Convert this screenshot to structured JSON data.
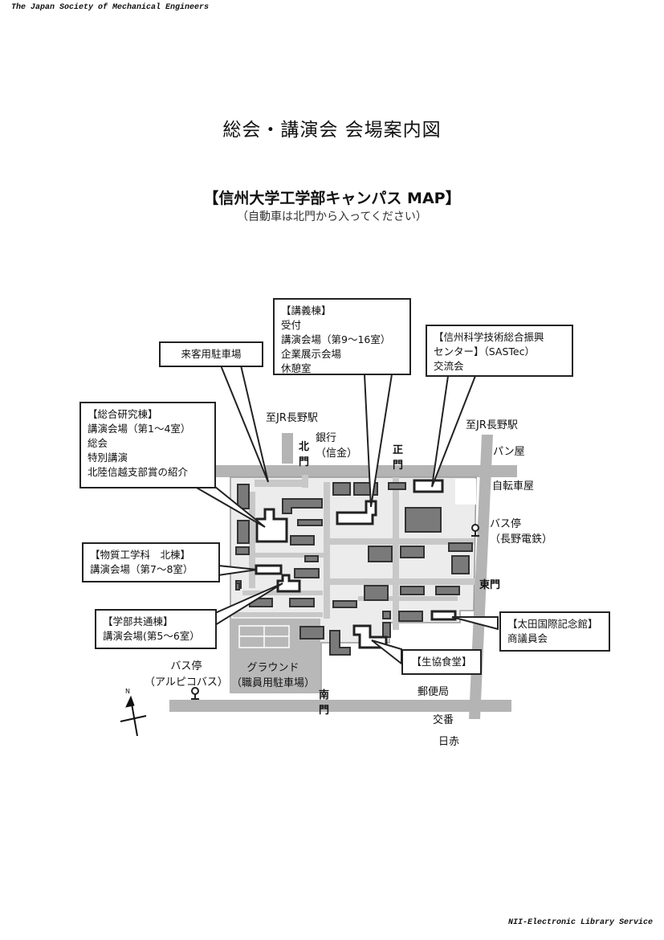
{
  "header": {
    "left": "The Japan Society of Mechanical Engineers"
  },
  "footer": {
    "right": "NII-Electronic Library Service"
  },
  "title": "総会・講演会 会場案内図",
  "map_title": "【信州大学工学部キャンパス MAP】",
  "map_note": "（自動車は北門から入ってください）",
  "callouts": {
    "lecture_bldg": [
      "【講義棟】",
      "受付",
      "講演会場（第9～16室）",
      "企業展示会場",
      "休憩室"
    ],
    "sastec": [
      "【信州科学技術総合振興",
      "センター】（SASTec）",
      "交流会"
    ],
    "guest_parking": [
      "来客用駐車場"
    ],
    "research_bldg": [
      "【総合研究棟】",
      "講演会場（第1～4室）",
      "総会",
      "特別講演",
      "北陸信越支部賞の紹介"
    ],
    "materials_bldg": [
      "【物質工学科　北棟】",
      "講演会場（第7～8室）"
    ],
    "common_bldg": [
      "【学部共通棟】",
      "講演会場(第5～6室）"
    ],
    "ota_hall": [
      "【太田国際記念館】",
      "商議員会"
    ],
    "coop_cafeteria": [
      "【生協食堂】"
    ]
  },
  "labels": {
    "to_jr_1": "至JR長野駅",
    "to_jr_2": "至JR長野駅",
    "bank": [
      "銀行",
      "（信金）"
    ],
    "north_gate": [
      "北",
      "門"
    ],
    "main_gate": [
      "正",
      "門"
    ],
    "east_gate": "東門",
    "south_gate": [
      "南",
      "門"
    ],
    "bakery": "パン屋",
    "bike_shop": "自転車屋",
    "bus_stop_east": [
      "バス停",
      "（長野電鉄）"
    ],
    "bus_stop_south": [
      "バス停",
      "（アルピコバス）"
    ],
    "ground": [
      "グラウンド",
      "（職員用駐車場）"
    ],
    "post_office": "郵便局",
    "police_box": "交番",
    "red_cross": "日赤",
    "compass_n": "N"
  }
}
